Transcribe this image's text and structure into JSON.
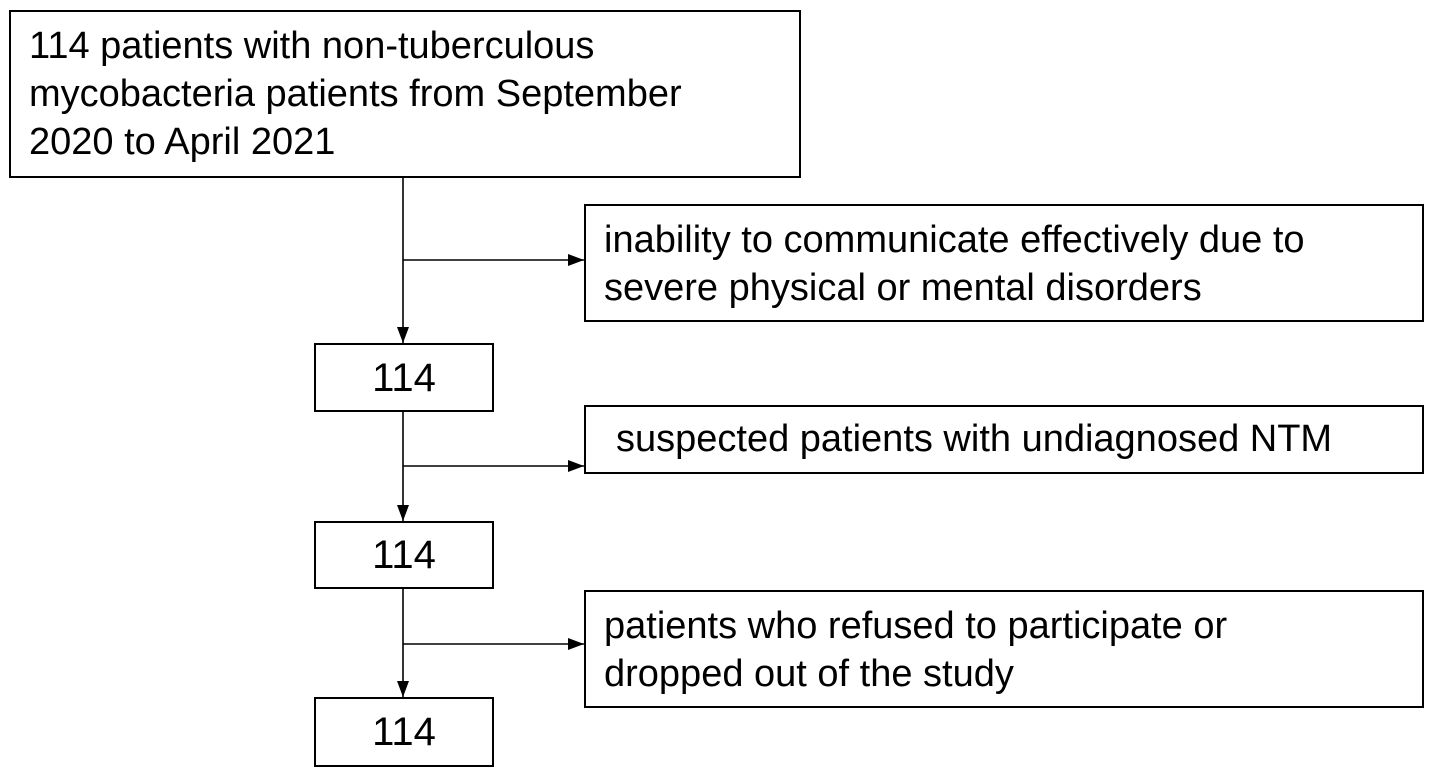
{
  "flowchart": {
    "start": {
      "lines": [
        "114 patients with non-tuberculous",
        "mycobacteria patients from September",
        "2020 to April 2021"
      ]
    },
    "exclusion_1": {
      "lines": [
        "inability to communicate effectively due to",
        "severe physical or mental disorders"
      ]
    },
    "count_1": "114",
    "exclusion_2": {
      "lines": [
        "suspected patients with undiagnosed NTM"
      ]
    },
    "count_2": "114",
    "exclusion_3": {
      "lines": [
        "patients who refused to participate or",
        "dropped out of the study"
      ]
    },
    "count_3": "114"
  }
}
